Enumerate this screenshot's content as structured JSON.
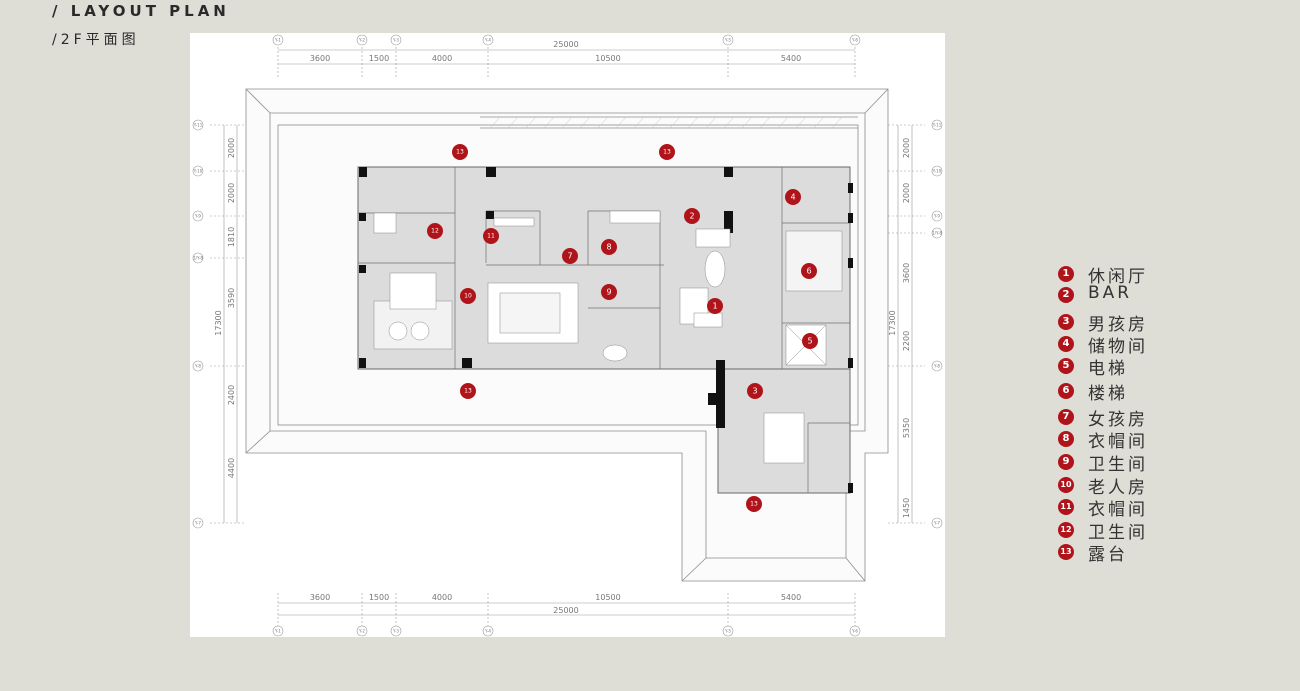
{
  "header": {
    "title": "/ LAYOUT PLAN",
    "subtitle": "/2F平面图"
  },
  "colors": {
    "background": "#deddd6",
    "marker": "#b0141b",
    "floor": "#dcdcdc"
  },
  "dimensions": {
    "top": [
      "3600",
      "1500",
      "4000",
      "10500",
      "5400"
    ],
    "top_total": "25000",
    "bottom": [
      "3600",
      "1500",
      "4000",
      "10500",
      "5400"
    ],
    "bottom_total": "25000",
    "left": [
      "2000",
      "2000",
      "1810",
      "3590",
      "2400",
      "4400"
    ],
    "left_total": "17300",
    "right": [
      "2000",
      "2000",
      "3600",
      "2200",
      "5350",
      "1450"
    ],
    "right_total": "17300"
  },
  "axes": {
    "top": [
      "Y-1",
      "Y-2",
      "Y-3",
      "Y-4",
      "Y-5",
      "Y-6"
    ],
    "left": [
      "Y-11",
      "Y-10",
      "Y-9",
      "1/Y-8",
      "Y-8",
      "Y-7"
    ],
    "right": [
      "Y-11",
      "Y-10",
      "Y-9",
      "1/Y-8",
      "Y-8",
      "Y-7"
    ]
  },
  "markers": [
    "1",
    "2",
    "3",
    "4",
    "5",
    "6",
    "7",
    "8",
    "9",
    "10",
    "11",
    "12",
    "13",
    "13",
    "13",
    "13"
  ],
  "legend": [
    {
      "num": "1",
      "label": "休闲厅"
    },
    {
      "num": "2",
      "label": "BAR"
    },
    {
      "num": "3",
      "label": "男孩房"
    },
    {
      "num": "4",
      "label": "储物间"
    },
    {
      "num": "5",
      "label": "电梯"
    },
    {
      "num": "6",
      "label": "楼梯"
    },
    {
      "num": "7",
      "label": "女孩房"
    },
    {
      "num": "8",
      "label": "衣帽间"
    },
    {
      "num": "9",
      "label": "卫生间"
    },
    {
      "num": "10",
      "label": "老人房"
    },
    {
      "num": "11",
      "label": "衣帽间"
    },
    {
      "num": "12",
      "label": "卫生间"
    },
    {
      "num": "13",
      "label": "露台"
    }
  ]
}
